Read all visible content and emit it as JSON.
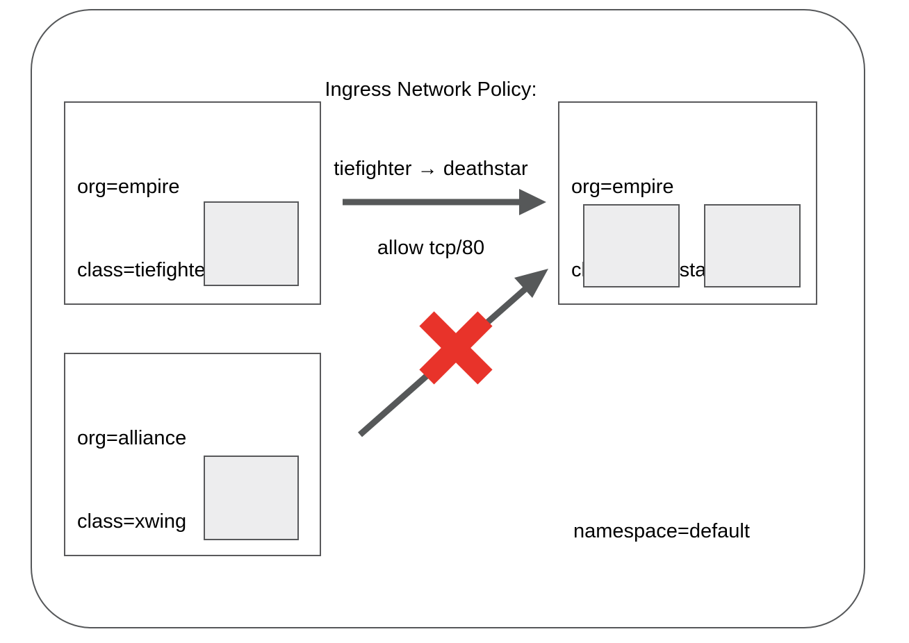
{
  "diagram": {
    "title_lines": [
      "Ingress Network Policy:",
      "tiefighter → deathstar",
      "allow tcp/80"
    ],
    "namespace_label": "namespace=default",
    "colors": {
      "border_gray": "#555759",
      "box_border": "#59595b",
      "pod_fill": "#ededee",
      "pod_border": "#57585a",
      "arrow_gray": "#565859",
      "deny_red": "#e8332a",
      "background": "#ffffff",
      "text": "#000000"
    },
    "endpoints": [
      {
        "id": "tiefighter",
        "labels": [
          "org=empire",
          "class=tiefighter"
        ],
        "pod_count": 1
      },
      {
        "id": "deathstar",
        "labels": [
          "org=empire",
          "class=deathstar"
        ],
        "pod_count": 2
      },
      {
        "id": "xwing",
        "labels": [
          "org=alliance",
          "class=xwing"
        ],
        "pod_count": 1
      }
    ],
    "connections": [
      {
        "id": "tiefighter-to-deathstar",
        "from": "tiefighter",
        "to": "deathstar",
        "state": "allowed",
        "marker": "arrow"
      },
      {
        "id": "xwing-to-deathstar",
        "from": "xwing",
        "to": "deathstar",
        "state": "denied",
        "marker": "arrow-with-red-x"
      }
    ]
  }
}
